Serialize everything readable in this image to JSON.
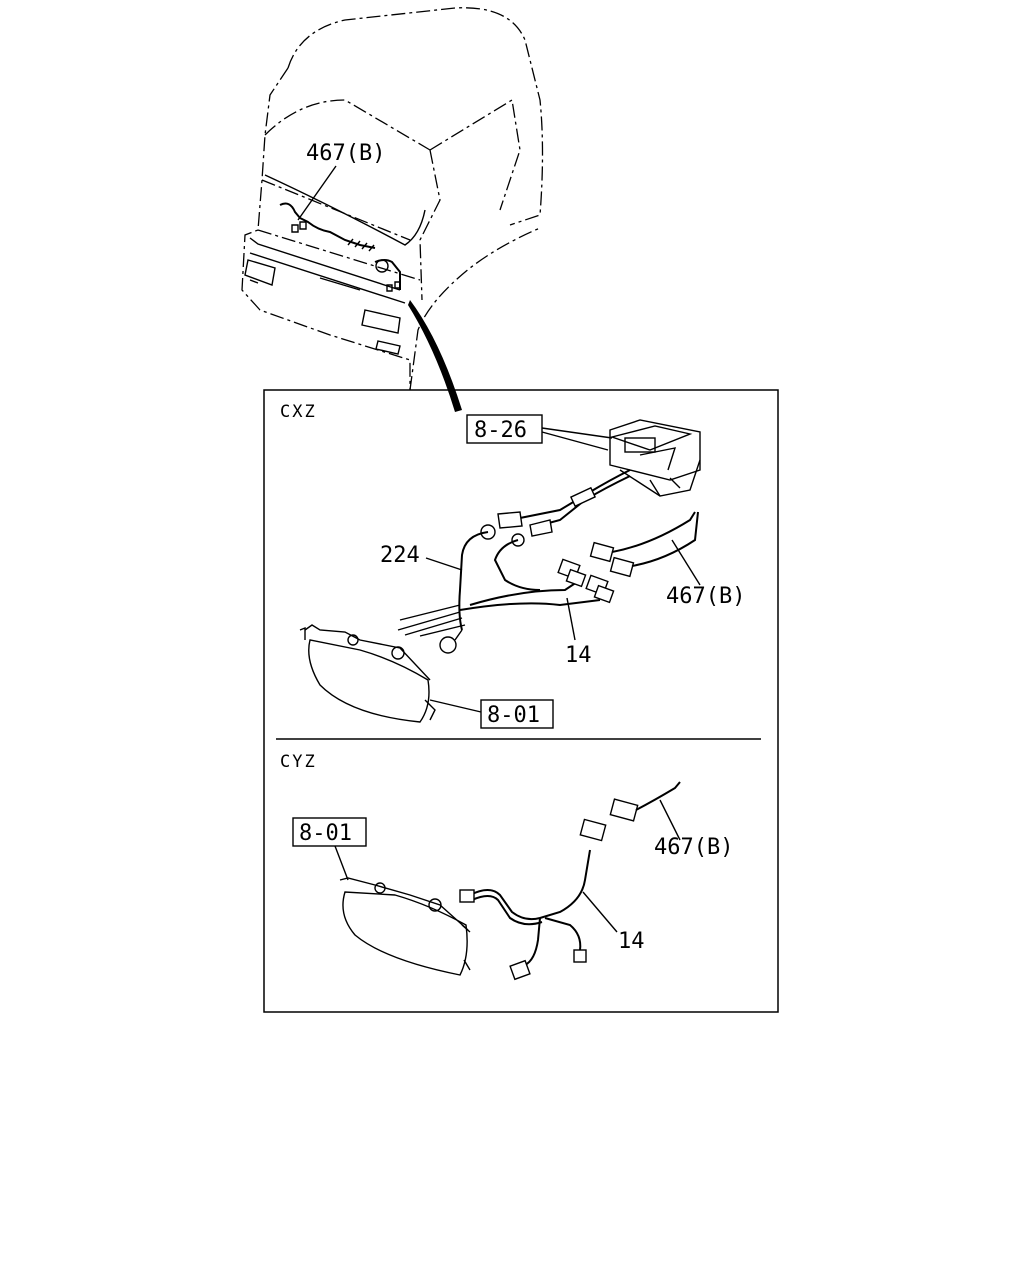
{
  "overview": {
    "callout_label": "467(B)"
  },
  "panel_cxz": {
    "title": "CXZ",
    "ref_box_ecu": "8-26",
    "ref_box_lamp": "8-01",
    "label_224": "224",
    "label_14": "14",
    "label_467b": "467(B)"
  },
  "panel_cyz": {
    "title": "CYZ",
    "ref_box_lamp": "8-01",
    "label_14": "14",
    "label_467b": "467(B)"
  }
}
